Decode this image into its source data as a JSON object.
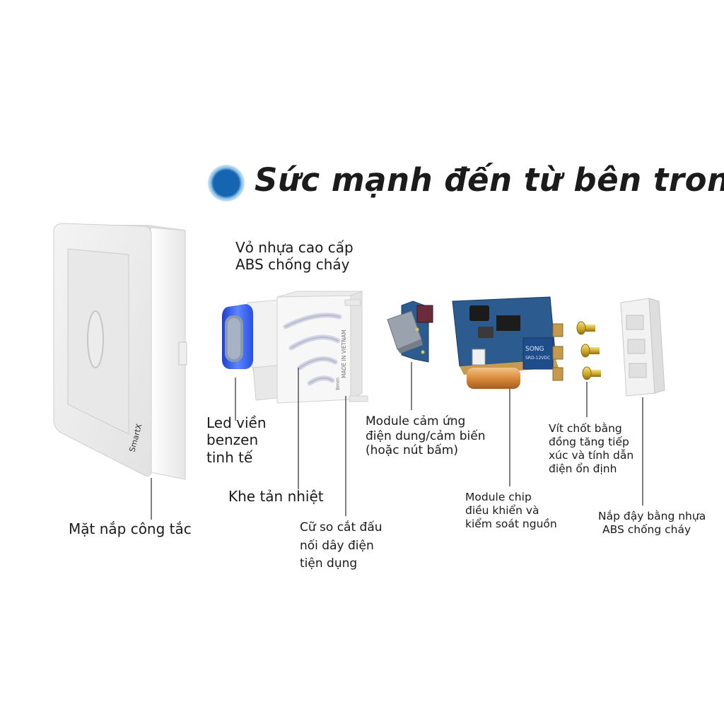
{
  "title": "Sức mạnh đến từ bên trong",
  "brand": "SmartX",
  "labels": {
    "cover_shell": [
      "Vỏ nhựa cao cấp",
      "ABS chống cháy"
    ],
    "led": [
      "Led viền",
      "benzen",
      "tinh tế"
    ],
    "vent": [
      "Khe tản nhiệt"
    ],
    "face_plate": [
      "Mặt nắp công tắc"
    ],
    "wire_gauge": [
      "Cữ so cắt đấu",
      "nối dây điện",
      "tiện dụng"
    ],
    "sensor_module": [
      "Module cảm ứng",
      "điện dung/cảm biến",
      "(hoặc nút bấm)"
    ],
    "chip_module": [
      "Module chip",
      "điều khiển và",
      "kiểm soát nguồn"
    ],
    "screws": [
      "Vít chốt bằng",
      "đồng tăng tiếp",
      "xúc và tính dẫn",
      "điện ổn định"
    ],
    "base_cover": [
      "Nắp đậy bằng nhựa",
      "ABS chống cháy"
    ]
  },
  "module_text": [
    "MADE IN VIETNAM",
    "8mm"
  ],
  "relay_text": [
    "SONG",
    "SRD-12VDC"
  ],
  "colors": {
    "accent_blue": "#1565b0",
    "led_blue": "#2f5fe0",
    "pcb_blue": "#2c5b8f"
  }
}
